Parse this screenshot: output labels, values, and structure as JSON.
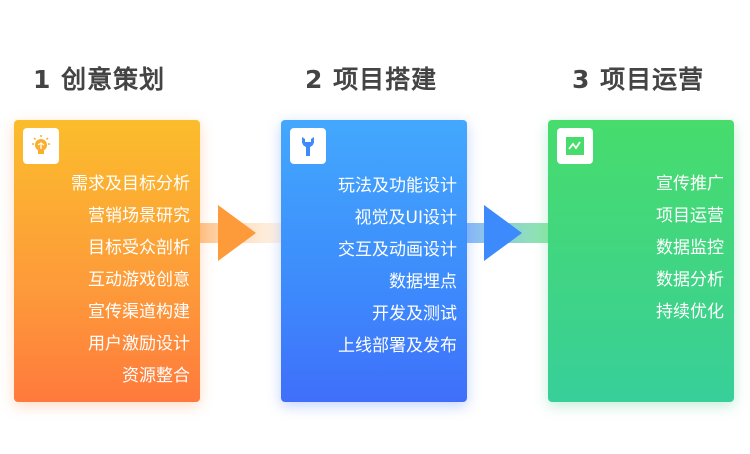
{
  "stages": [
    {
      "title": "1 创意策划",
      "icon": "lightbulb-icon",
      "color": "#fd9a3a",
      "items": [
        "需求及目标分析",
        "营销场景研究",
        "目标受众剖析",
        "互动游戏创意",
        "宣传渠道构建",
        "用户激励设计",
        "资源整合"
      ]
    },
    {
      "title": "2 项目搭建",
      "icon": "wrench-icon",
      "color": "#3d8afc",
      "items": [
        "玩法及功能设计",
        "视觉及UI设计",
        "交互及动画设计",
        "数据埋点",
        "开发及测试",
        "上线部署及发布"
      ]
    },
    {
      "title": "3 项目运营",
      "icon": "chart-icon",
      "color": "#3fd486",
      "items": [
        "宣传推广",
        "项目运营",
        "数据监控",
        "数据分析",
        "持续优化"
      ]
    }
  ]
}
